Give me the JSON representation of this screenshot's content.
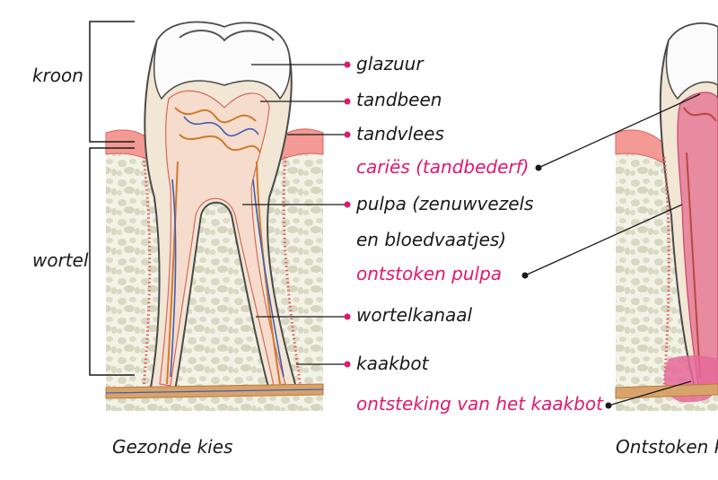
{
  "brackets": {
    "crown": "kroon",
    "root": "wortel"
  },
  "labels": {
    "enamel": "glazuur",
    "dentin": "tandbeen",
    "gum": "tandvlees",
    "pulp_line1": "pulpa (zenuwvezels",
    "pulp_line2": "en bloedvaatjes)",
    "root_canal": "wortelkanaal",
    "jawbone": "kaakbot"
  },
  "disease_labels": {
    "caries": "cariës (tandbederf)",
    "inflamed_pulp": "ontstoken pulpa",
    "jaw_inflammation": "ontsteking van het kaakbot"
  },
  "captions": {
    "healthy": "Gezonde kies",
    "inflamed": "Ontstoken k"
  },
  "colors": {
    "accent_pink": "#e0186f",
    "gum": "#f29a93",
    "bone": "#ecebd8",
    "dentin": "#f2e6d4",
    "nerve_orange": "#cf7a2c",
    "vessel_blue": "#3d5fb5"
  }
}
